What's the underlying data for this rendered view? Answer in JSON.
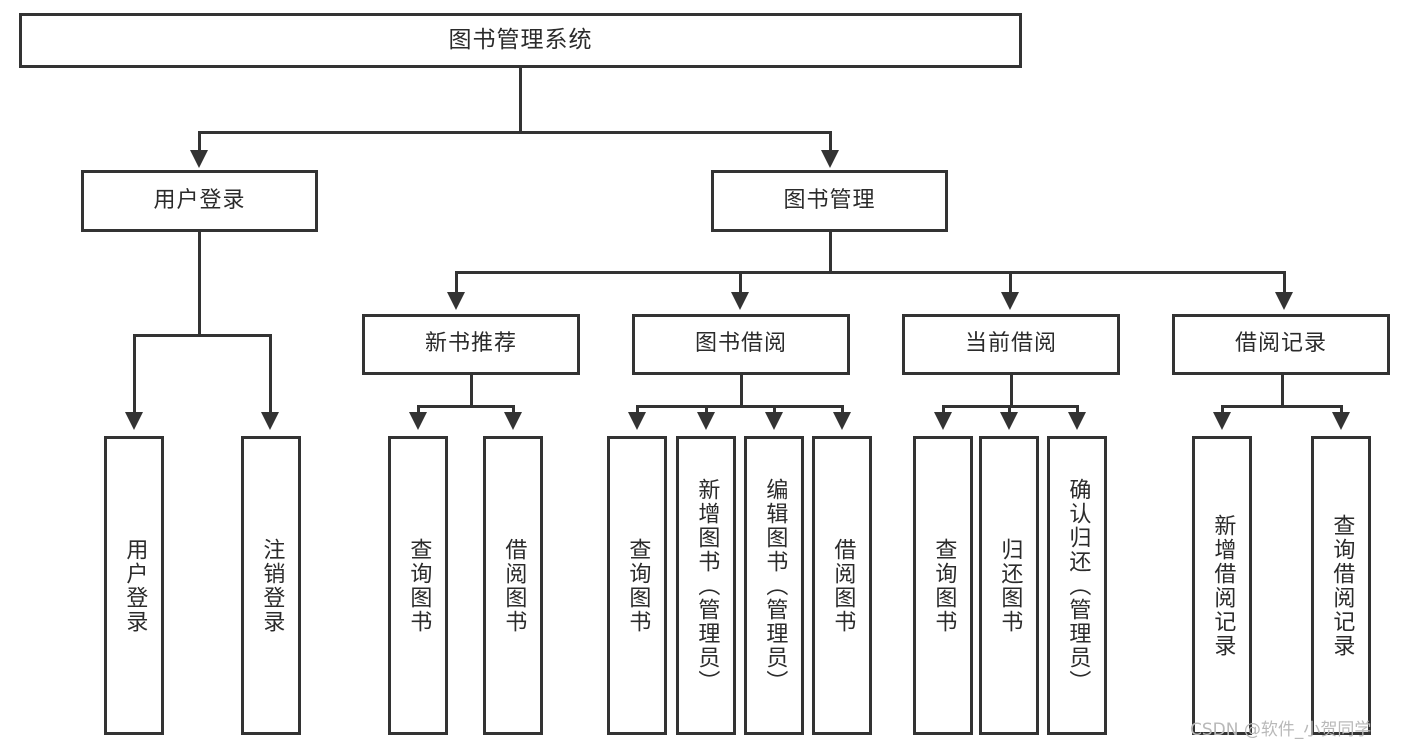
{
  "diagram": {
    "title": "图书管理系统",
    "watermark": "CSDN @软件_小贺同学",
    "line_color": "#333333",
    "box_fill": "#ffffff",
    "text_color": "#2b2b2b",
    "root": {
      "label": "图书管理系统"
    },
    "level2": {
      "user_login": "用户登录",
      "book_manage": "图书管理"
    },
    "level3": {
      "new_book_recommend": "新书推荐",
      "book_borrow": "图书借阅",
      "current_borrow": "当前借阅",
      "borrow_record": "借阅记录"
    },
    "leaves": {
      "user_login_1": "用户登录",
      "user_login_2": "注销登录",
      "new_book_1": "查询图书",
      "new_book_2": "借阅图书",
      "book_borrow_1": "查询图书",
      "book_borrow_2": "新增图书（管理员）",
      "book_borrow_3": "编辑图书（管理员）",
      "book_borrow_4": "借阅图书",
      "current_borrow_1": "查询图书",
      "current_borrow_2": "归还图书",
      "current_borrow_3": "确认归还（管理员）",
      "borrow_record_1": "新增借阅记录",
      "borrow_record_2": "查询借阅记录"
    }
  }
}
